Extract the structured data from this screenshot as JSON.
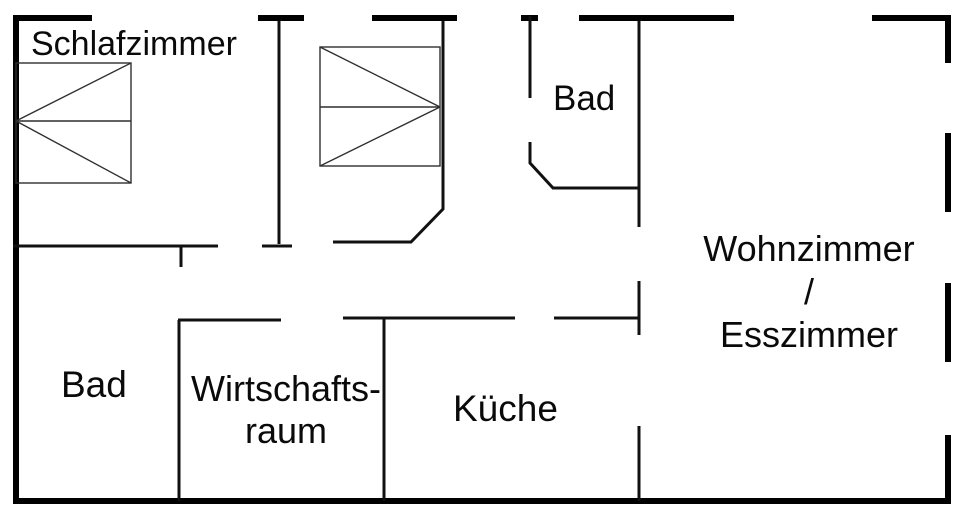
{
  "plan": {
    "kind_note": "apartment floor plan drawing",
    "rooms": {
      "schlafzimmer": {
        "label": "Schlafzimmer"
      },
      "bad_top": {
        "label": "Bad"
      },
      "wohnzimmer": {
        "line1": "Wohnzimmer",
        "line2": "/",
        "line3": "Esszimmer"
      },
      "bad_bottom": {
        "label": "Bad"
      },
      "wirtschaftsraum": {
        "line1": "Wirtschafts-",
        "line2": "raum"
      },
      "kueche": {
        "label": "Küche"
      }
    },
    "colors": {
      "background": "#ffffff",
      "wall": "#000000",
      "interior_wall": "#111111",
      "bed_outline": "#2f2f2f",
      "text": "#0a0a0a"
    },
    "symbols": {
      "bed_left": "double-bed-icon",
      "bed_right": "double-bed-icon"
    }
  }
}
